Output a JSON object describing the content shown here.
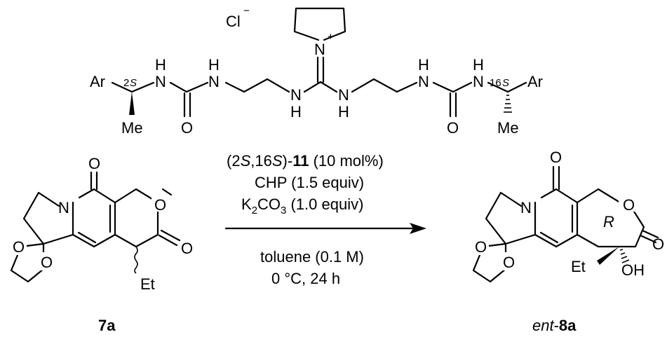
{
  "catalyst": {
    "counterion": "Cl",
    "counterion_charge": "−",
    "cation_charge": "+",
    "left": {
      "ar": "Ar",
      "stereo_num": "2",
      "stereo_letter": "S",
      "me": "Me"
    },
    "right": {
      "ar": "Ar",
      "stereo_num": "16",
      "stereo_letter": "S",
      "me": "Me"
    },
    "atoms": {
      "n": "N",
      "h": "H",
      "o": "O"
    }
  },
  "reaction": {
    "catalyst_prefix_open": "(2",
    "catalyst_s1": "S",
    "catalyst_mid": ",16",
    "catalyst_s2": "S",
    "catalyst_close": ")-",
    "catalyst_id": "11",
    "catalyst_loading": " (10 mol%)",
    "oxidant": "CHP (1.5 equiv)",
    "base_k": "K",
    "base_sub2": "2",
    "base_co": "CO",
    "base_sub3": "3",
    "base_rest": " (1.0 equiv)",
    "solvent": "toluene (0.1 M)",
    "conditions": "0 °C, 24 h"
  },
  "starting_material": {
    "label": "7a",
    "et": "Et"
  },
  "product": {
    "label_prefix": "ent",
    "label_dash": "-",
    "label_id": "8a",
    "et": "Et",
    "oh": "OH",
    "stereo": "R"
  }
}
